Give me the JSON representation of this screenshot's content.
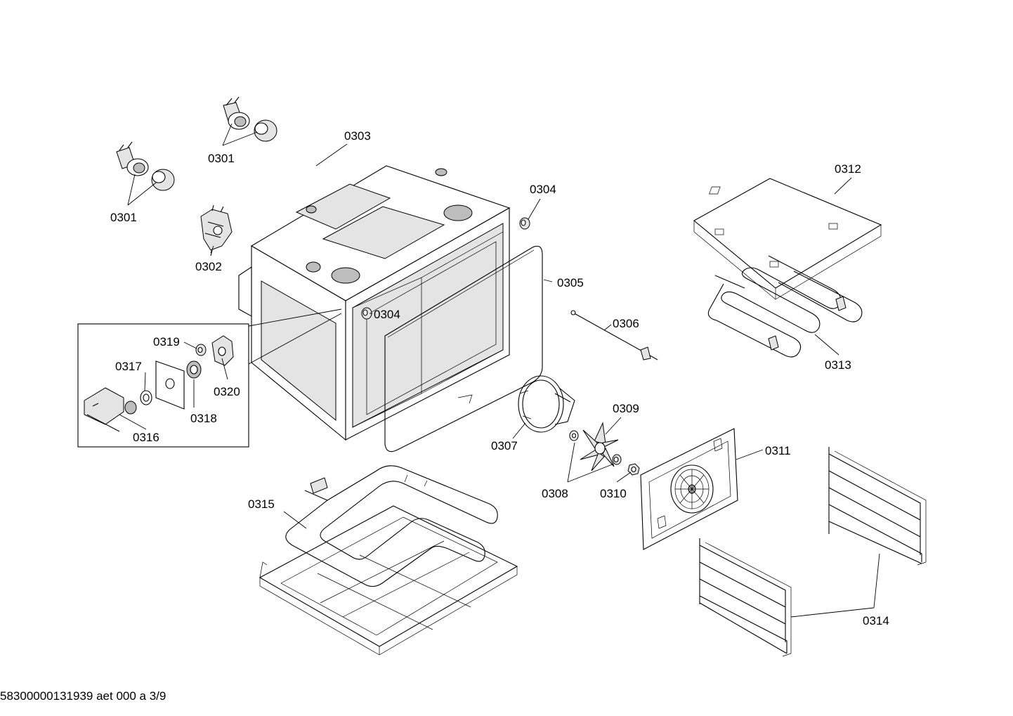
{
  "labels": {
    "p0301a": "0301",
    "p0301b": "0301",
    "p0302": "0302",
    "p0303": "0303",
    "p0304a": "0304",
    "p0304b": "0304",
    "p0305": "0305",
    "p0306": "0306",
    "p0307": "0307",
    "p0308": "0308",
    "p0309": "0309",
    "p0310": "0310",
    "p0311": "0311",
    "p0312": "0312",
    "p0313": "0313",
    "p0314": "0314",
    "p0315": "0315",
    "p0316": "0316",
    "p0317": "0317",
    "p0318": "0318",
    "p0319": "0319",
    "p0320": "0320"
  },
  "footer": "58300000131939 aet 000 a 3/9"
}
